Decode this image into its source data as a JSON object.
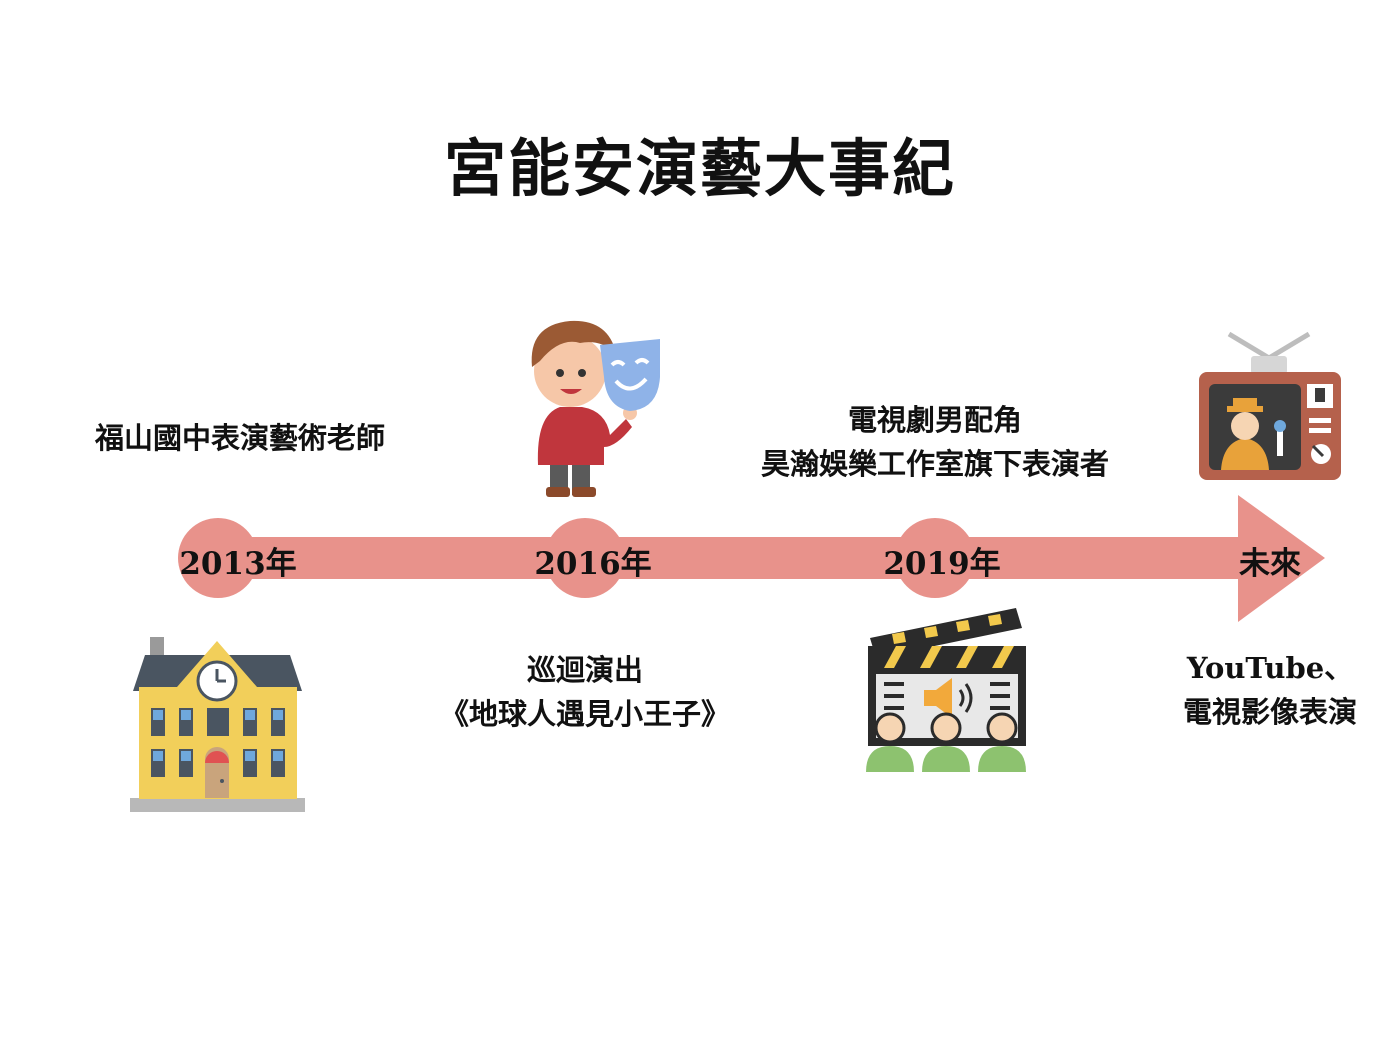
{
  "title": "宮能安演藝大事紀",
  "colors": {
    "arrow": "#e8928b",
    "text": "#111111",
    "background": "#ffffff"
  },
  "milestones": [
    {
      "year": "2013年",
      "lines": [
        "福山國中表演藝術老師"
      ],
      "icon": "school-building-icon"
    },
    {
      "year": "2016年",
      "lines": [
        "巡迴演出",
        "《地球人遇見小王子》"
      ],
      "icon": "actor-with-mask-icon"
    },
    {
      "year": "2019年",
      "lines": [
        "電視劇男配角",
        "昊瀚娛樂工作室旗下表演者"
      ],
      "icon": "film-clapperboard-audience-icon"
    },
    {
      "year": "未來",
      "lines": [
        "YouTube、",
        "電視影像表演"
      ],
      "icon": "television-icon"
    }
  ]
}
